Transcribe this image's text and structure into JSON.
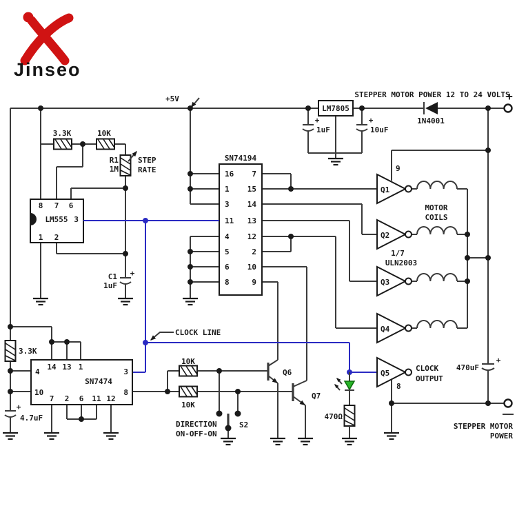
{
  "logo": {
    "brand": "Jinseo"
  },
  "sym": {
    "plus": "+"
  },
  "clock_line_label": "CLOCK LINE",
  "power": {
    "v5_label": "+5V",
    "regulator": "LM7805",
    "cap_in": "1uF",
    "cap_out": "10uF",
    "diode": "1N4001",
    "motor_power_title": "STEPPER MOTOR POWER 12 TO 24 VOLTS",
    "bulk_cap": "470uF",
    "terminal_line1": "STEPPER MOTOR",
    "terminal_line2": "POWER"
  },
  "oscillator": {
    "chip": "LM555",
    "out_pin": "3",
    "top_pins": [
      "8",
      "7",
      "6"
    ],
    "bottom_pins": [
      "1",
      "2"
    ],
    "r_33k": "3.3K",
    "r_10k": "10K",
    "r1_ref": "R1",
    "r1_val": "1M",
    "step_1": "STEP",
    "step_2": "RATE",
    "c1_ref": "C1",
    "c1_val": "1uF"
  },
  "shift_register": {
    "chip": "SN74194",
    "left_pins": [
      "16",
      "1",
      "3",
      "11",
      "4",
      "5",
      "6",
      "8"
    ],
    "right_pins": [
      "7",
      "15",
      "14",
      "13",
      "12",
      "2",
      "10",
      "9"
    ]
  },
  "flip_flop": {
    "chip": "SN7474",
    "top_pins": [
      "14",
      "13",
      "1"
    ],
    "left_pins": [
      "4",
      "10"
    ],
    "bottom_pins": [
      "7",
      "2",
      "6",
      "11",
      "12"
    ],
    "right_pins": [
      "3",
      "8"
    ],
    "r_33k": "3.3K",
    "cap": "4.7uF"
  },
  "driver": {
    "fraction": "1/7",
    "chip": "ULN2003",
    "buffers": [
      "Q1",
      "Q2",
      "Q3",
      "Q4",
      "Q5"
    ],
    "com_pin": "9",
    "gnd_pin": "8",
    "coils_1": "MOTOR",
    "coils_2": "COILS",
    "out_1": "CLOCK",
    "out_2": "OUTPUT"
  },
  "direction": {
    "r_top": "10K",
    "r_bottom": "10K",
    "q6": "Q6",
    "q7": "Q7",
    "switch": "S2",
    "label_1": "DIRECTION",
    "label_2": "ON-OFF-ON"
  },
  "indicator": {
    "resistor": "470Ω"
  },
  "colors": {
    "wire": "#3a3a3a",
    "clock_wire": "#2a2ac2",
    "led": "#28b428",
    "logo": "#d01313"
  }
}
